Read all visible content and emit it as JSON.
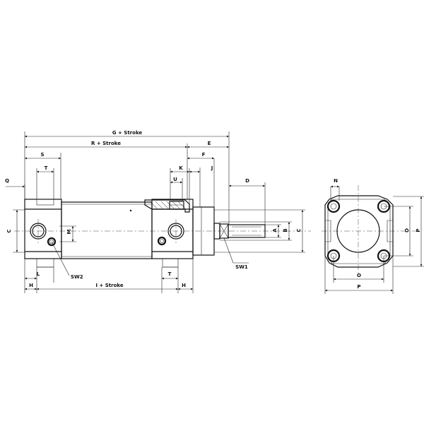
{
  "labels": {
    "g_stroke": "G + Stroke",
    "r_stroke": "R + Stroke",
    "i_stroke": "I + Stroke",
    "s": "S",
    "t_top": "T",
    "q": "Q",
    "k": "K",
    "u": "U",
    "j": "J",
    "f": "F",
    "e": "E",
    "d": "D",
    "c_left": "C",
    "m": "M",
    "l": "L",
    "h_left": "H",
    "t_bottom": "T",
    "h_right": "H",
    "sw2": "SW2",
    "sw1": "SW1",
    "a": "A",
    "b": "B",
    "c_right": "C",
    "n": "N",
    "o_right": "O",
    "p_right": "P",
    "o_bottom": "O",
    "p_bottom": "P"
  }
}
